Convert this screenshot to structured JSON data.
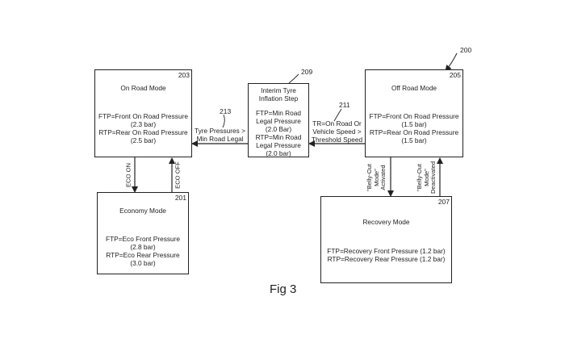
{
  "figure": {
    "ref": "200",
    "caption": "Fig 3"
  },
  "boxes": {
    "on_road": {
      "ref": "203",
      "title": "On Road Mode",
      "lines": [
        "FTP=Front On Road Pressure",
        "(2.3 bar)",
        "RTP=Rear On Road Pressure",
        "(2.5 bar)"
      ]
    },
    "interim": {
      "ref": "209",
      "title_lines": [
        "Interim Tyre",
        "Inflation Step"
      ],
      "lines": [
        "FTP=Min Road",
        "Legal Pressure",
        "(2.0 Bar)",
        "RTP=Min Road",
        "Legal Pressure",
        "(2.0 bar)"
      ]
    },
    "off_road": {
      "ref": "205",
      "title": "Off Road Mode",
      "lines": [
        "FTP=Front On Road Pressure",
        "(1.5 bar)",
        "RTP=Rear On Road Pressure",
        "(1.5 bar)"
      ]
    },
    "economy": {
      "ref": "201",
      "title": "Economy Mode",
      "lines": [
        "FTP=Eco Front Pressure",
        "(2.8 bar)",
        "RTP=Eco Rear Pressure",
        "(3.0 bar)"
      ]
    },
    "recovery": {
      "ref": "207",
      "title": "Recovery Mode",
      "lines": [
        "FTP=Recovery Front Pressure (1.2 bar)",
        "RTP=Recovery Rear Pressure (1.2 bar)"
      ]
    }
  },
  "transitions": {
    "interim_to_on_road": {
      "ref": "213",
      "lines": [
        "Tyre Pressures >",
        "Min Road Legal"
      ]
    },
    "off_road_to_interim": {
      "ref": "211",
      "lines": [
        "TR=On Road Or",
        "Vehicle Speed >",
        "Threshold Speed"
      ]
    },
    "eco_on": {
      "label": "ECO ON"
    },
    "eco_off": {
      "label": "ECO OFF"
    },
    "belly_out_activated": {
      "lines": [
        "\"Belly-Out",
        "Mode\"",
        "Activated"
      ]
    },
    "belly_out_deactivated": {
      "lines": [
        "\"Belly-Out",
        "Mode\"",
        "Deactivated"
      ]
    }
  }
}
